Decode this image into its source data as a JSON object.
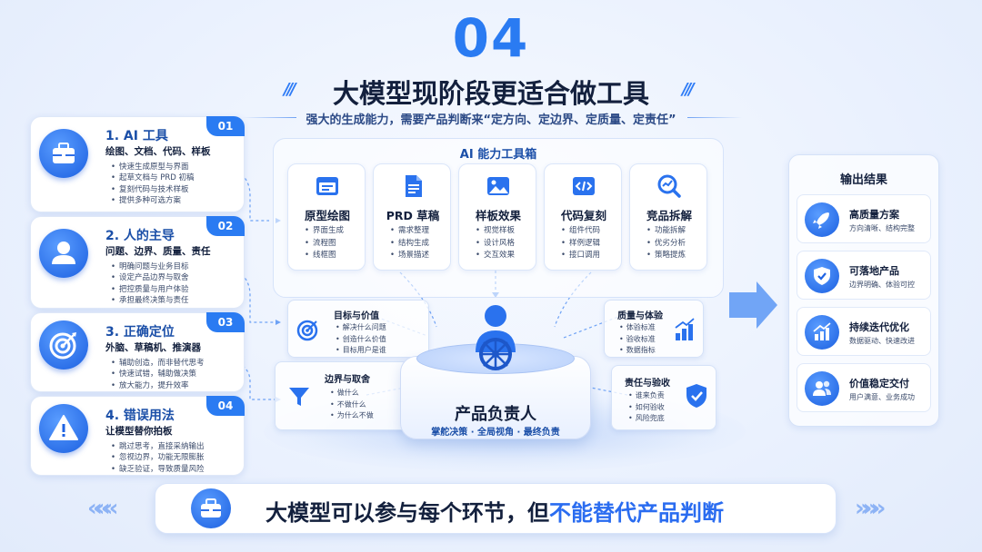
{
  "header": {
    "number": "04",
    "title": "大模型现阶段更适合做工具",
    "subtitle": "强大的生成能力，需要产品判断来“定方向、定边界、定质量、定责任”"
  },
  "left_cards": [
    {
      "badge": "01",
      "title": "1. AI 工具",
      "subtitle": "绘图、文档、代码、样板",
      "items": [
        "快速生成原型与界面",
        "起草文档与 PRD 初稿",
        "复刻代码与技术样板",
        "提供多种可选方案"
      ]
    },
    {
      "badge": "02",
      "title": "2. 人的主导",
      "subtitle": "问题、边界、质量、责任",
      "items": [
        "明确问题与业务目标",
        "设定产品边界与取舍",
        "把控质量与用户体验",
        "承担最终决策与责任"
      ]
    },
    {
      "badge": "03",
      "title": "3. 正确定位",
      "subtitle": "外脑、草稿机、推演器",
      "items": [
        "辅助创造，而非替代思考",
        "快速试错，辅助做决策",
        "放大能力，提升效率"
      ]
    },
    {
      "badge": "04",
      "title": "4. 错误用法",
      "subtitle": "让模型替你拍板",
      "items": [
        "跳过思考，直接采纳输出",
        "忽视边界，功能无限膨胀",
        "缺乏验证，导致质量风险"
      ]
    }
  ],
  "toolbox": {
    "title": "AI 能力工具箱",
    "tools": [
      {
        "name": "原型绘图",
        "icon": "browser-window-icon",
        "items": [
          "界面生成",
          "流程图",
          "线框图"
        ]
      },
      {
        "name": "PRD 草稿",
        "icon": "document-icon",
        "items": [
          "需求整理",
          "结构生成",
          "场景描述"
        ]
      },
      {
        "name": "样板效果",
        "icon": "image-icon",
        "items": [
          "视觉样板",
          "设计风格",
          "交互效果"
        ]
      },
      {
        "name": "代码复刻",
        "icon": "code-icon",
        "items": [
          "组件代码",
          "样例逻辑",
          "接口调用"
        ]
      },
      {
        "name": "竞品拆解",
        "icon": "magnifier-chart-icon",
        "items": [
          "功能拆解",
          "优劣分析",
          "策略提炼"
        ]
      }
    ]
  },
  "side_cards": {
    "goal": {
      "title": "目标与价值",
      "items": [
        "解决什么问题",
        "创造什么价值",
        "目标用户是谁"
      ]
    },
    "boundary": {
      "title": "边界与取舍",
      "items": [
        "做什么",
        "不做什么",
        "为什么不做"
      ]
    },
    "quality": {
      "title": "质量与体验",
      "items": [
        "体验标准",
        "验收标准",
        "数据指标"
      ]
    },
    "responsibility": {
      "title": "责任与验收",
      "items": [
        "谁来负责",
        "如何验收",
        "风险兜底"
      ]
    }
  },
  "center": {
    "title": "产品负责人",
    "subtitle": "掌舵决策 · 全局视角 · 最终负责"
  },
  "output": {
    "title": "输出结果",
    "items": [
      {
        "title": "高质量方案",
        "subtitle": "方向清晰、结构完整",
        "icon": "rocket-icon"
      },
      {
        "title": "可落地产品",
        "subtitle": "边界明确、体验可控",
        "icon": "shield-check-icon"
      },
      {
        "title": "持续迭代优化",
        "subtitle": "数据驱动、快速改进",
        "icon": "growth-chart-icon"
      },
      {
        "title": "价值稳定交付",
        "subtitle": "用户满意、业务成功",
        "icon": "users-icon"
      }
    ]
  },
  "banner": {
    "text_prefix": "大模型可以参与每个环节，但",
    "text_highlight": "不能替代产品判断"
  },
  "colors": {
    "accent": "#2a7bf2",
    "dark": "#13203d",
    "highlight": "#2a6cf0"
  }
}
